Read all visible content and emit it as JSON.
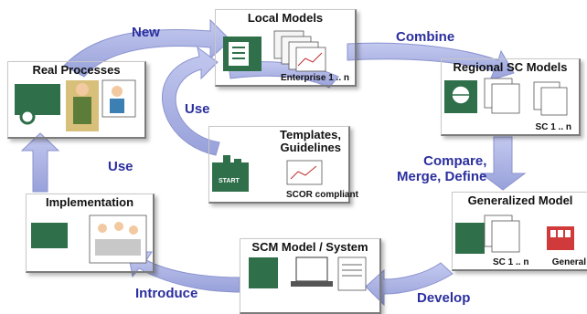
{
  "colors": {
    "arrow_fill": "#a9b1e3",
    "arrow_edge": "#7f88c9",
    "label_text": "#2b2f9e",
    "icon_green": "#2f6f4a"
  },
  "arrow_labels": {
    "new": "New",
    "combine": "Combine",
    "use_top": "Use",
    "use_left": "Use",
    "compare": "Compare,\nMerge, Define",
    "introduce": "Introduce",
    "develop": "Develop"
  },
  "boxes": {
    "local_models": {
      "title": "Local Models",
      "caption": "Enterprise 1 .. n",
      "icon": "factory-document-icon"
    },
    "real_processes": {
      "title": "Real Processes",
      "icon": "forklift-worker-icon"
    },
    "regional_models": {
      "title": "Regional SC Models",
      "caption": "SC 1 .. n",
      "icon": "globe-network-icon"
    },
    "templates": {
      "title": "Templates,\nGuidelines",
      "caption": "SCOR compliant",
      "icon_text": "START",
      "icon": "factory-start-icon"
    },
    "generalized_model": {
      "title": "Generalized Model",
      "caption": "SC 1 .. n",
      "caption2": "General",
      "icon": "factory-chart-icon"
    },
    "implementation": {
      "title": "Implementation",
      "icon": "team-meeting-icon"
    },
    "scm_system": {
      "title": "SCM Model / System",
      "icon": "laptop-document-icon"
    }
  }
}
